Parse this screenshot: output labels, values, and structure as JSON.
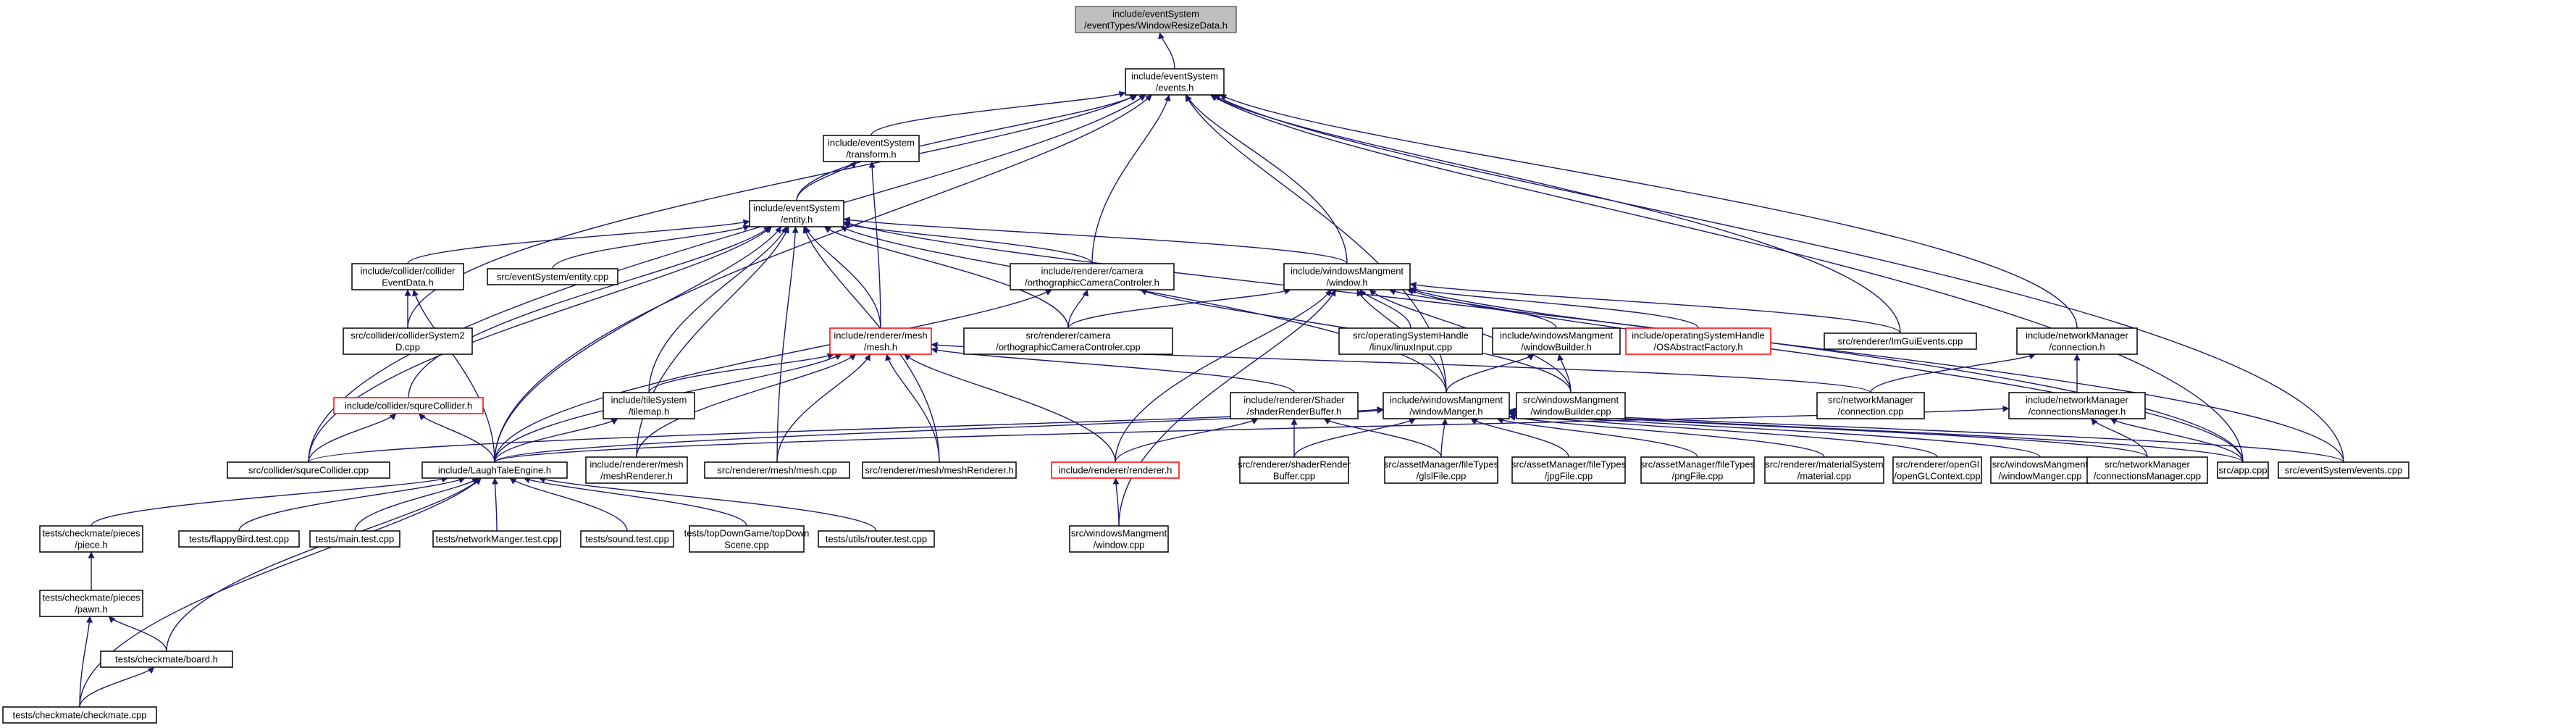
{
  "colors": {
    "edge": "#191970",
    "node_border": "#000000",
    "incomplete_border": "#ff0000",
    "root_fill": "#bfbfbf",
    "background": "#ffffff"
  },
  "nodes": [
    {
      "id": "root",
      "lines": [
        "include/eventSystem",
        "/eventTypes/WindowResizeData.h"
      ],
      "style": "root"
    },
    {
      "id": "events",
      "lines": [
        "include/eventSystem",
        "/events.h"
      ]
    },
    {
      "id": "transform",
      "lines": [
        "include/eventSystem",
        "/transform.h"
      ]
    },
    {
      "id": "entity",
      "lines": [
        "include/eventSystem",
        "/entity.h"
      ]
    },
    {
      "id": "collEvent",
      "lines": [
        "include/collider/collider",
        "EventData.h"
      ]
    },
    {
      "id": "entityCpp",
      "lines": [
        "src/eventSystem/entity.cpp"
      ]
    },
    {
      "id": "orthoH",
      "lines": [
        "include/renderer/camera",
        "/orthographicCameraControler.h"
      ]
    },
    {
      "id": "windowH",
      "lines": [
        "include/windowsMangment",
        "/window.h"
      ]
    },
    {
      "id": "collSys",
      "lines": [
        "src/collider/colliderSystem2",
        "D.cpp"
      ]
    },
    {
      "id": "meshH",
      "lines": [
        "include/renderer/mesh",
        "/mesh.h"
      ],
      "style": "red"
    },
    {
      "id": "orthoCpp",
      "lines": [
        "src/renderer/camera",
        "/orthographicCameraControler.cpp"
      ]
    },
    {
      "id": "linuxInput",
      "lines": [
        "src/operatingSystemHandle",
        "/linux/linuxInput.cpp"
      ]
    },
    {
      "id": "winBuilderH",
      "lines": [
        "include/windowsMangment",
        "/windowBuilder.h"
      ]
    },
    {
      "id": "osFactory",
      "lines": [
        "include/operatingSystemHandle",
        "/OSAbstractFactory.h"
      ],
      "style": "red"
    },
    {
      "id": "imgui",
      "lines": [
        "src/renderer/ImGuiEvents.cpp"
      ]
    },
    {
      "id": "connH",
      "lines": [
        "include/networkManager",
        "/connection.h"
      ]
    },
    {
      "id": "squreH",
      "lines": [
        "include/collider/squreCollider.h"
      ],
      "style": "red"
    },
    {
      "id": "tilemap",
      "lines": [
        "include/tileSystem",
        "/tilemap.h"
      ]
    },
    {
      "id": "shaderBufH",
      "lines": [
        "include/renderer/Shader",
        "/shaderRenderBuffer.h"
      ]
    },
    {
      "id": "winMgrH",
      "lines": [
        "include/windowsMangment",
        "/windowManger.h"
      ]
    },
    {
      "id": "winBuilderCpp",
      "lines": [
        "src/windowsMangment",
        "/windowBuilder.cpp"
      ]
    },
    {
      "id": "connCpp",
      "lines": [
        "src/networkManager",
        "/connection.cpp"
      ]
    },
    {
      "id": "connMgrH",
      "lines": [
        "include/networkManager",
        "/connectionsManager.h"
      ]
    },
    {
      "id": "squreCpp",
      "lines": [
        "src/collider/squreCollider.cpp"
      ]
    },
    {
      "id": "laugh",
      "lines": [
        "include/LaughTaleEngine.h"
      ]
    },
    {
      "id": "meshRendH",
      "lines": [
        "include/renderer/mesh",
        "/meshRenderer.h"
      ]
    },
    {
      "id": "meshCpp",
      "lines": [
        "src/renderer/mesh/mesh.cpp"
      ]
    },
    {
      "id": "meshRendCpp",
      "lines": [
        "src/renderer/mesh/meshRenderer.h"
      ]
    },
    {
      "id": "rendererH",
      "lines": [
        "include/renderer/renderer.h"
      ],
      "style": "red"
    },
    {
      "id": "shaderBufCpp",
      "lines": [
        "src/renderer/shaderRender",
        "Buffer.cpp"
      ]
    },
    {
      "id": "glslFile",
      "lines": [
        "src/assetManager/fileTypes",
        "/glslFile.cpp"
      ]
    },
    {
      "id": "jpgFile",
      "lines": [
        "src/assetManager/fileTypes",
        "/jpgFile.cpp"
      ]
    },
    {
      "id": "pngFile",
      "lines": [
        "src/assetManager/fileTypes",
        "/pngFile.cpp"
      ]
    },
    {
      "id": "material",
      "lines": [
        "src/renderer/materialSystem",
        "/material.cpp"
      ]
    },
    {
      "id": "openGL",
      "lines": [
        "src/renderer/openGl",
        "/openGLContext.cpp"
      ]
    },
    {
      "id": "winMgrCpp",
      "lines": [
        "src/windowsMangment",
        "/windowManger.cpp"
      ]
    },
    {
      "id": "connMgrCpp",
      "lines": [
        "src/networkManager",
        "/connectionsManager.cpp"
      ]
    },
    {
      "id": "appCpp",
      "lines": [
        "src/app.cpp"
      ]
    },
    {
      "id": "eventsCpp",
      "lines": [
        "src/eventSystem/events.cpp"
      ]
    },
    {
      "id": "piece",
      "lines": [
        "tests/checkmate/pieces",
        "/piece.h"
      ]
    },
    {
      "id": "flappy",
      "lines": [
        "tests/flappyBird.test.cpp"
      ]
    },
    {
      "id": "mainTest",
      "lines": [
        "tests/main.test.cpp"
      ]
    },
    {
      "id": "netTest",
      "lines": [
        "tests/networkManger.test.cpp"
      ]
    },
    {
      "id": "sound",
      "lines": [
        "tests/sound.test.cpp"
      ]
    },
    {
      "id": "topdown",
      "lines": [
        "tests/topDownGame/topDown",
        "Scene.cpp"
      ]
    },
    {
      "id": "router",
      "lines": [
        "tests/utils/router.test.cpp"
      ]
    },
    {
      "id": "winCpp",
      "lines": [
        "src/windowsMangment",
        "/window.cpp"
      ]
    },
    {
      "id": "pawn",
      "lines": [
        "tests/checkmate/pieces",
        "/pawn.h"
      ]
    },
    {
      "id": "board",
      "lines": [
        "tests/checkmate/board.h"
      ]
    },
    {
      "id": "checkmate",
      "lines": [
        "tests/checkmate/checkmate.cpp"
      ]
    }
  ],
  "edges": [
    [
      "events",
      "root"
    ],
    [
      "transform",
      "events"
    ],
    [
      "entity",
      "events"
    ],
    [
      "collSys",
      "events"
    ],
    [
      "squreCpp",
      "events"
    ],
    [
      "laugh",
      "events"
    ],
    [
      "orthoH",
      "events"
    ],
    [
      "windowH",
      "events"
    ],
    [
      "winMgrH",
      "events"
    ],
    [
      "imgui",
      "events"
    ],
    [
      "connH",
      "events"
    ],
    [
      "appCpp",
      "events"
    ],
    [
      "eventsCpp",
      "events"
    ],
    [
      "entity",
      "transform"
    ],
    [
      "meshH",
      "transform"
    ],
    [
      "collEvent",
      "entity"
    ],
    [
      "entityCpp",
      "entity"
    ],
    [
      "orthoH",
      "entity"
    ],
    [
      "windowH",
      "entity"
    ],
    [
      "meshH",
      "entity"
    ],
    [
      "orthoCpp",
      "entity"
    ],
    [
      "squreH",
      "entity"
    ],
    [
      "tilemap",
      "entity"
    ],
    [
      "winMgrH",
      "entity"
    ],
    [
      "laugh",
      "entity"
    ],
    [
      "meshRendH",
      "entity"
    ],
    [
      "meshCpp",
      "entity"
    ],
    [
      "meshRendCpp",
      "entity"
    ],
    [
      "squreCpp",
      "entity"
    ],
    [
      "appCpp",
      "entity"
    ],
    [
      "collSys",
      "collEvent"
    ],
    [
      "laugh",
      "collEvent"
    ],
    [
      "orthoCpp",
      "orthoH"
    ],
    [
      "laugh",
      "orthoH"
    ],
    [
      "winBuilderCpp",
      "orthoH"
    ],
    [
      "orthoCpp",
      "windowH"
    ],
    [
      "linuxInput",
      "windowH"
    ],
    [
      "winBuilderH",
      "windowH"
    ],
    [
      "osFactory",
      "windowH"
    ],
    [
      "imgui",
      "windowH"
    ],
    [
      "winMgrH",
      "windowH"
    ],
    [
      "rendererH",
      "windowH"
    ],
    [
      "winCpp",
      "windowH"
    ],
    [
      "winBuilderCpp",
      "windowH"
    ],
    [
      "appCpp",
      "windowH"
    ],
    [
      "eventsCpp",
      "windowH"
    ],
    [
      "tilemap",
      "meshH"
    ],
    [
      "shaderBufH",
      "meshH"
    ],
    [
      "laugh",
      "meshH"
    ],
    [
      "meshRendH",
      "meshH"
    ],
    [
      "meshCpp",
      "meshH"
    ],
    [
      "meshRendCpp",
      "meshH"
    ],
    [
      "rendererH",
      "meshH"
    ],
    [
      "connCpp",
      "meshH"
    ],
    [
      "winBuilderCpp",
      "winBuilderH"
    ],
    [
      "winMgrH",
      "winBuilderH"
    ],
    [
      "connCpp",
      "connH"
    ],
    [
      "connMgrH",
      "connH"
    ],
    [
      "squreCpp",
      "squreH"
    ],
    [
      "laugh",
      "squreH"
    ],
    [
      "laugh",
      "tilemap"
    ],
    [
      "shaderBufCpp",
      "shaderBufH"
    ],
    [
      "glslFile",
      "shaderBufH"
    ],
    [
      "rendererH",
      "shaderBufH"
    ],
    [
      "laugh",
      "winMgrH"
    ],
    [
      "squreCpp",
      "winMgrH"
    ],
    [
      "shaderBufCpp",
      "winMgrH"
    ],
    [
      "glslFile",
      "winMgrH"
    ],
    [
      "jpgFile",
      "winMgrH"
    ],
    [
      "pngFile",
      "winMgrH"
    ],
    [
      "material",
      "winMgrH"
    ],
    [
      "openGL",
      "winMgrH"
    ],
    [
      "winMgrCpp",
      "winMgrH"
    ],
    [
      "connMgrCpp",
      "winMgrH"
    ],
    [
      "appCpp",
      "winMgrH"
    ],
    [
      "eventsCpp",
      "winMgrH"
    ],
    [
      "laugh",
      "connMgrH"
    ],
    [
      "connMgrCpp",
      "connMgrH"
    ],
    [
      "appCpp",
      "connMgrH"
    ],
    [
      "piece",
      "laugh"
    ],
    [
      "flappy",
      "laugh"
    ],
    [
      "mainTest",
      "laugh"
    ],
    [
      "netTest",
      "laugh"
    ],
    [
      "sound",
      "laugh"
    ],
    [
      "topdown",
      "laugh"
    ],
    [
      "router",
      "laugh"
    ],
    [
      "board",
      "laugh"
    ],
    [
      "checkmate",
      "laugh"
    ],
    [
      "winCpp",
      "rendererH"
    ],
    [
      "pawn",
      "piece"
    ],
    [
      "board",
      "pawn"
    ],
    [
      "checkmate",
      "pawn"
    ],
    [
      "checkmate",
      "board"
    ]
  ]
}
